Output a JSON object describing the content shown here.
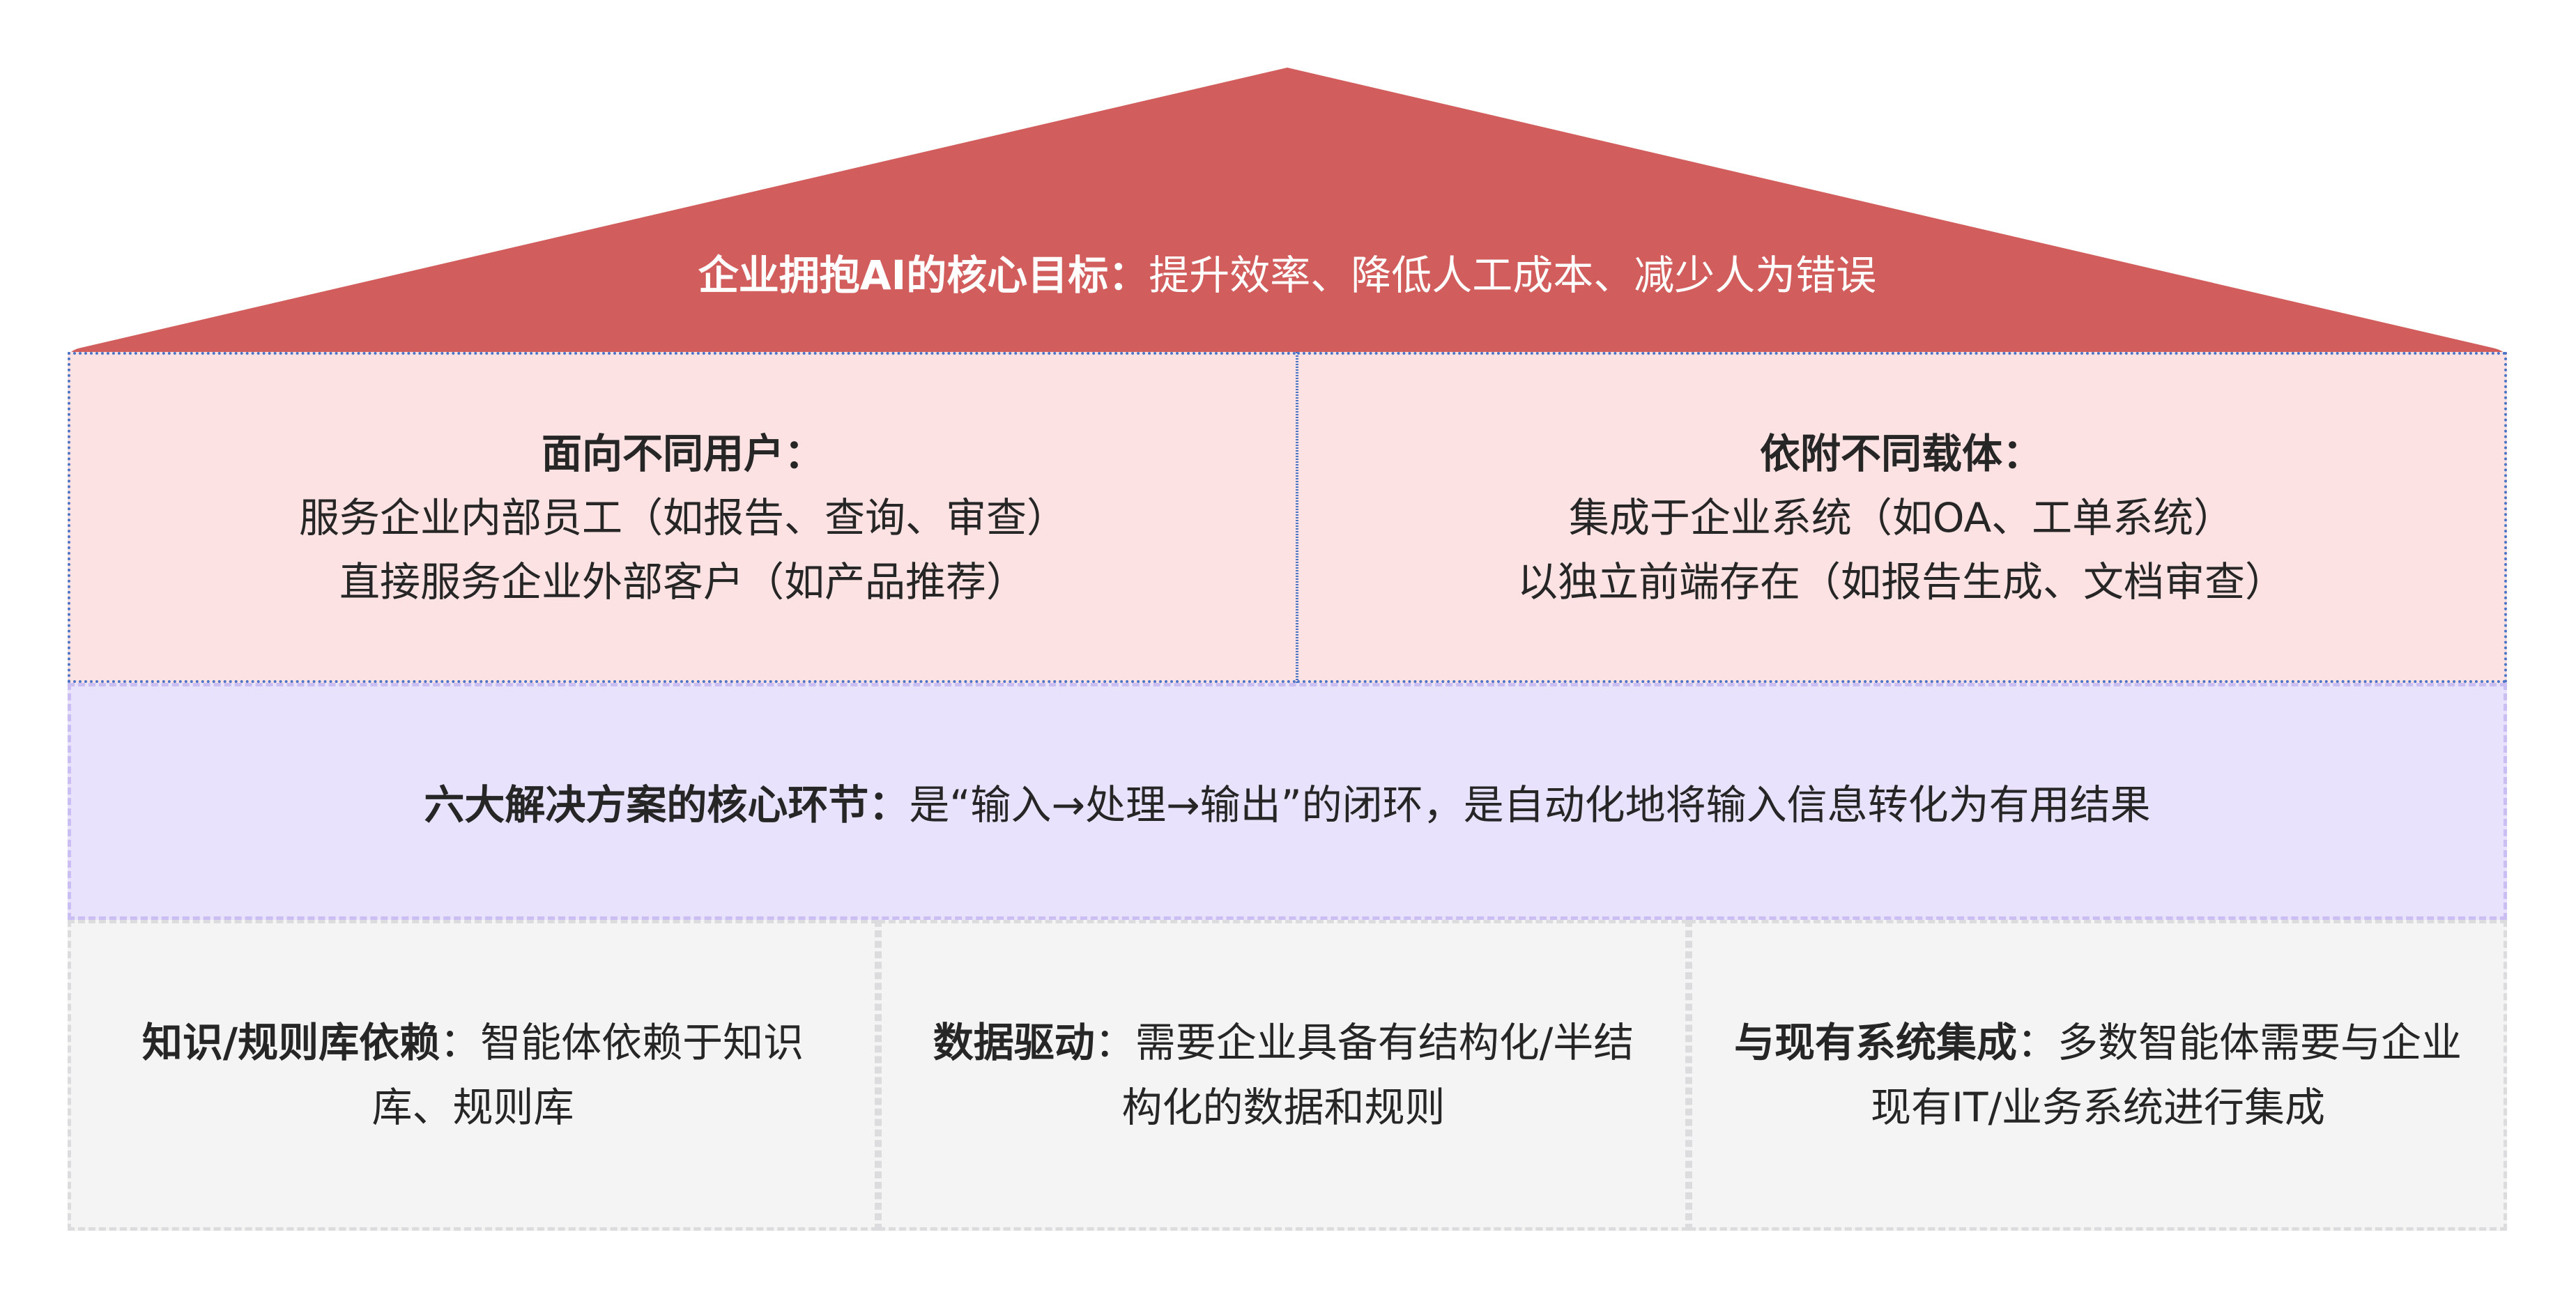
{
  "colors": {
    "roof": "#D15E5C",
    "pink_bg": "#FDE2E3",
    "pink_border": "#4C75C8",
    "purple_bg": "#E9E2FD",
    "purple_border": "#CBBEF2",
    "grey_bg": "#F4F4F4",
    "grey_border": "#DCDCDE",
    "text": "#262626"
  },
  "roof": {
    "label": "企业拥抱AI的核心目标：",
    "text": "提升效率、降低人工成本、减少人为错误"
  },
  "middle": {
    "left": {
      "heading": "面向不同用户：",
      "lines": [
        "服务企业内部员工（如报告、查询、审查）",
        "直接服务企业外部客户（如产品推荐）"
      ]
    },
    "right": {
      "heading": "依附不同载体：",
      "lines": [
        "集成于企业系统（如OA、工单系统）",
        "以独立前端存在（如报告生成、文档审查）"
      ]
    }
  },
  "core": {
    "label": "六大解决方案的核心环节：",
    "text": "是“输入→处理→输出”的闭环，是自动化地将输入信息转化为有用结果"
  },
  "foundation": [
    {
      "label": "知识/规则库依赖",
      "colon": "：",
      "text": "智能体依赖于知识库、规则库"
    },
    {
      "label": "数据驱动",
      "colon": "：",
      "text": "需要企业具备有结构化/半结构化的数据和规则"
    },
    {
      "label": "与现有系统集成",
      "colon": "：",
      "text": "多数智能体需要与企业现有IT/业务系统进行集成"
    }
  ]
}
